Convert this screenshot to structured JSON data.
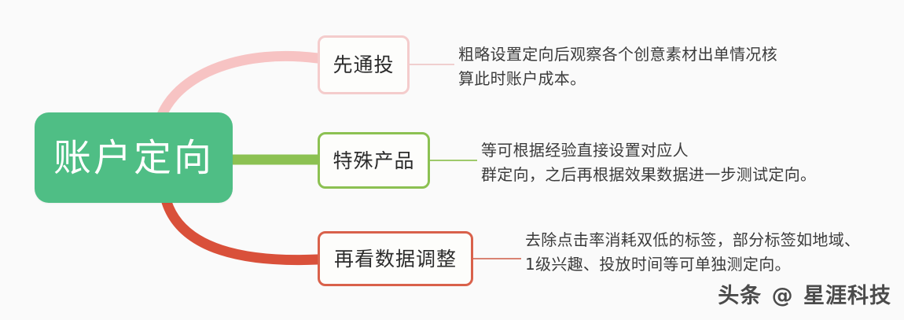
{
  "diagram": {
    "type": "mindmap",
    "background_color": "#fafafa",
    "central_node": {
      "label": "账户定向",
      "fill_color": "#4fbe85",
      "text_color": "#ffffff"
    },
    "branches": [
      {
        "id": "branch-1",
        "label": "先通投",
        "border_color": "#f4cccc",
        "connector_color": "#f7c3c3",
        "connector_style": "curve-up",
        "leaf_connector_color": "#f0cfcf",
        "description_lines": [
          "粗略设置定向后观察各个创意素材出单情况核",
          "算此时账户成本。"
        ]
      },
      {
        "id": "branch-2",
        "label": "特殊产品",
        "border_color": "#8cc152",
        "connector_color": "#8cc152",
        "connector_style": "straight",
        "leaf_connector_color": "#9ec96b",
        "description_lines": [
          "等可根据经验直接设置对应人",
          "群定向，之后再根据效果数据进一步测试定向。"
        ]
      },
      {
        "id": "branch-3",
        "label": "再看数据调整",
        "border_color": "#d9614b",
        "connector_color": "#d9503a",
        "connector_style": "curve-down",
        "leaf_connector_color": "#d98373",
        "description_lines": [
          "去除点击率消耗双低的标签，部分标签如地域、",
          "1级兴趣、投放时间等可单独测定向。"
        ]
      }
    ]
  },
  "watermark": {
    "prefix": "头条",
    "at_symbol": "@",
    "name": "星涯科技"
  }
}
